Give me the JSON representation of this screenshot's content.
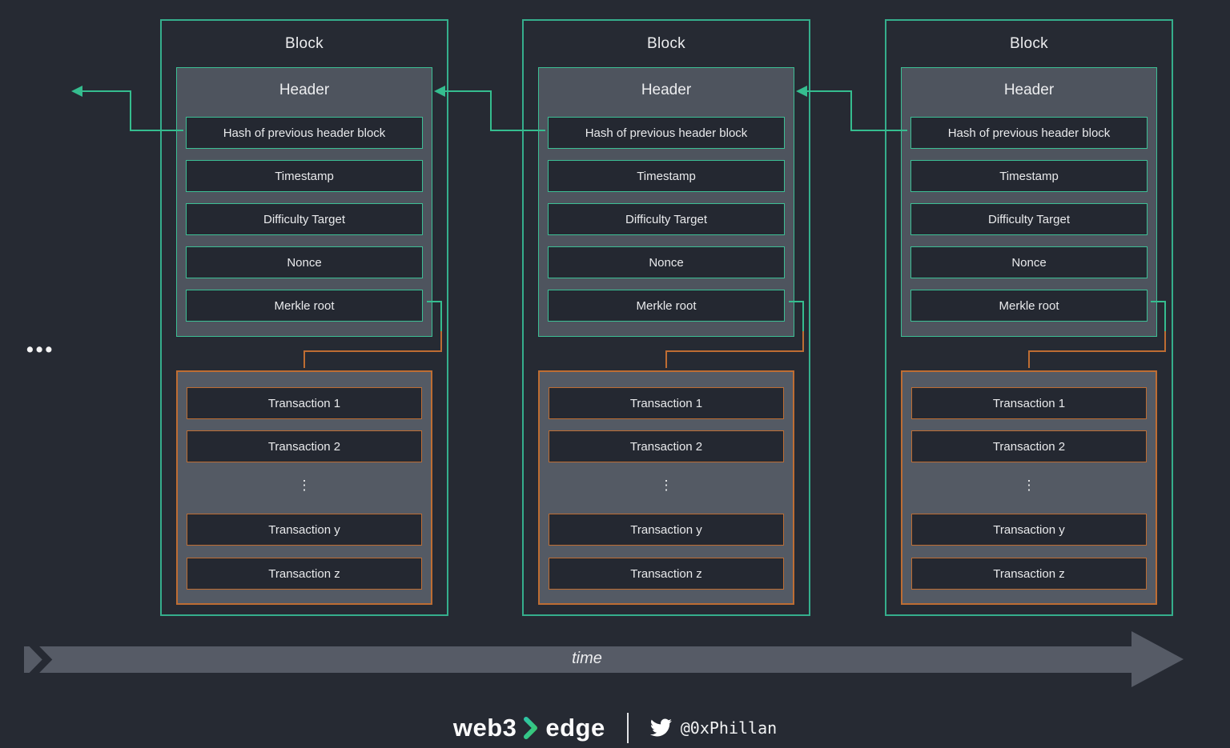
{
  "diagram": {
    "left_ellipsis": "•••",
    "time_label": "time",
    "blocks": [
      {
        "title": "Block",
        "header": {
          "title": "Header",
          "fields": [
            "Hash of previous header block",
            "Timestamp",
            "Difficulty Target",
            "Nonce",
            "Merkle root"
          ]
        },
        "transactions": [
          "Transaction 1",
          "Transaction 2",
          "⋮",
          "Transaction y",
          "Transaction z"
        ]
      },
      {
        "title": "Block",
        "header": {
          "title": "Header",
          "fields": [
            "Hash of previous header block",
            "Timestamp",
            "Difficulty Target",
            "Nonce",
            "Merkle root"
          ]
        },
        "transactions": [
          "Transaction 1",
          "Transaction 2",
          "⋮",
          "Transaction y",
          "Transaction z"
        ]
      },
      {
        "title": "Block",
        "header": {
          "title": "Header",
          "fields": [
            "Hash of previous header block",
            "Timestamp",
            "Difficulty Target",
            "Nonce",
            "Merkle root"
          ]
        },
        "transactions": [
          "Transaction 1",
          "Transaction 2",
          "⋮",
          "Transaction y",
          "Transaction z"
        ]
      }
    ]
  },
  "footer": {
    "brand_left": "web3",
    "brand_right": "edge",
    "twitter_handle": "@0xPhillan"
  },
  "colors": {
    "background": "#262A33",
    "teal_accent": "#35BD8F",
    "orange_accent": "#BE6D33",
    "header_panel_gray": "#4E545E",
    "transactions_panel_gray": "#545A64",
    "inner_box_dark": "#242831",
    "time_band_gray": "#565B66",
    "text": "#ECEDEF"
  }
}
